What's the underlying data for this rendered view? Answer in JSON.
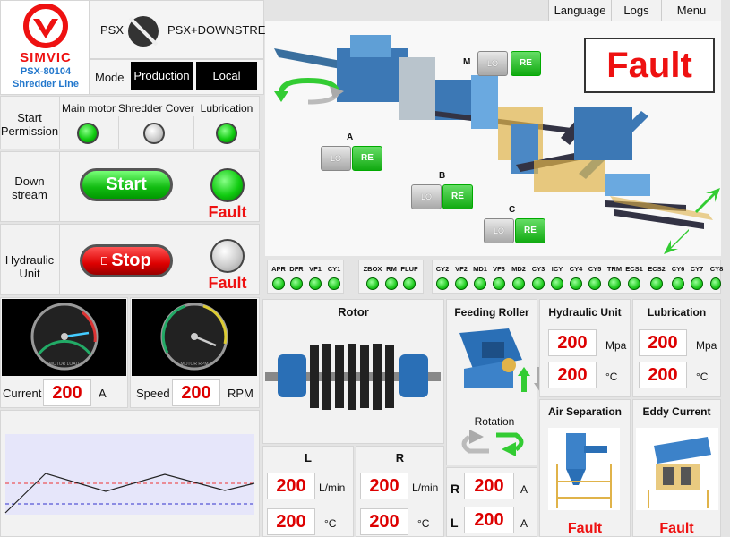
{
  "header": {
    "model": "PSX-80104",
    "line": "Shredder Line",
    "brand": "SIMVIC",
    "psx": "PSX",
    "psx_downstream": "PSX+DOWNSTREAM",
    "mode_label": "Mode",
    "mode_production": "Production",
    "mode_local": "Local"
  },
  "menu": {
    "language": "Language",
    "logs": "Logs",
    "menu": "Menu"
  },
  "status": {
    "fault": "Fault"
  },
  "permission": {
    "title": "Start\nPermission",
    "main_motor": "Main motor",
    "shredder_cover": "Shredder Cover",
    "lubrication": "Lubrication"
  },
  "downstream": {
    "title": "Down\nstream",
    "start": "Start",
    "fault": "Fault"
  },
  "hydraulic": {
    "title": "Hydraulic\nUnit",
    "stop": "Stop",
    "fault": "Fault"
  },
  "zones": {
    "m": "M",
    "a": "A",
    "b": "B",
    "c": "C",
    "lo": "LO",
    "re": "RE"
  },
  "signals": [
    "APR",
    "DFR",
    "VF1",
    "CY1",
    "ZBOX",
    "RM",
    "FLUF",
    "CY2",
    "VF2",
    "MD1",
    "VF3",
    "MD2",
    "CY3",
    "ICY",
    "CY4",
    "CY5",
    "TRM",
    "ECS1",
    "ECS2",
    "CY6",
    "CY7",
    "CY8"
  ],
  "current": {
    "label": "Current",
    "value": "200",
    "unit": "A",
    "gauge_caption": "MOTOR LOAD"
  },
  "speed": {
    "label": "Speed",
    "value": "200",
    "unit": "RPM",
    "gauge_caption": "MOTOR RPM"
  },
  "rotor": {
    "title": "Rotor",
    "l": "L",
    "r": "R",
    "l_flow": "200",
    "l_flow_unit": "L/min",
    "l_temp": "200",
    "l_temp_unit": "°C",
    "r_flow": "200",
    "r_flow_unit": "L/min",
    "r_temp": "200",
    "r_temp_unit": "°C"
  },
  "feeding": {
    "title": "Feeding Roller",
    "rotation": "Rotation",
    "r_label": "R",
    "l_label": "L",
    "r_val": "200",
    "l_val": "200",
    "unit": "A"
  },
  "hydraulic_unit": {
    "title": "Hydraulic Unit",
    "pressure": "200",
    "pressure_unit": "Mpa",
    "temp": "200",
    "temp_unit": "°C"
  },
  "lubrication": {
    "title": "Lubrication",
    "pressure": "200",
    "pressure_unit": "Mpa",
    "temp": "200",
    "temp_unit": "°C"
  },
  "air_separation": {
    "title": "Air Separation",
    "status": "Fault"
  },
  "eddy_current": {
    "title": "Eddy Current",
    "status": "Fault"
  },
  "trend_chart": {
    "line_color": "#222",
    "upper_limit_color": "#e33",
    "lower_limit_color": "#33c"
  }
}
